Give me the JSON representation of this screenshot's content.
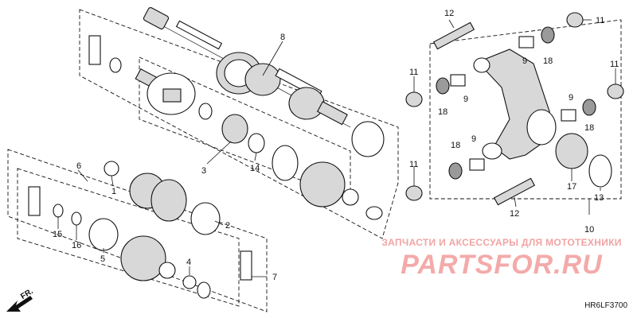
{
  "watermark": {
    "line1": "ЗАПЧАСТИ И АКСЕССУАРЫ ДЛЯ МОТОТЕХНИКИ",
    "line2": "PARTSFOR.RU"
  },
  "diagram_code": "HR6LF3700",
  "front_label": "FR.",
  "callouts": {
    "c1": "1",
    "c2": "2",
    "c3": "3",
    "c4": "4",
    "c5": "5",
    "c6": "6",
    "c7": "7",
    "c8": "8",
    "c9a": "9",
    "c9b": "9",
    "c9c": "9",
    "c9d": "9",
    "c10": "10",
    "c11a": "11",
    "c11b": "11",
    "c11c": "11",
    "c11d": "11",
    "c12a": "12",
    "c12b": "12",
    "c13": "13",
    "c14": "14",
    "c15": "15",
    "c16": "16",
    "c17": "17",
    "c18a": "18",
    "c18b": "18",
    "c18c": "18",
    "c18d": "18"
  },
  "colors": {
    "line": "#111111",
    "watermark": "#f4aaaa",
    "shade": "#d8d8d8"
  }
}
